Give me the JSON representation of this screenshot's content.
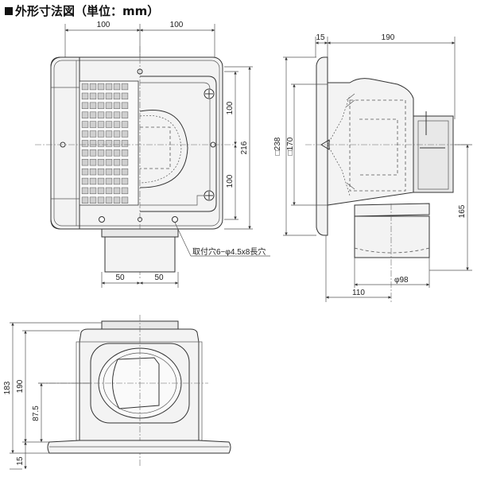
{
  "title": "外形寸法図（単位：mm）",
  "dims": {
    "top_left_w": "100",
    "top_right_w": "100",
    "height_upper": "100",
    "height_lower": "100",
    "height_total": "216",
    "duct_left": "50",
    "duct_right": "50",
    "mount_note": "取付穴6−φ4.5x8長穴",
    "side_flange": "15",
    "side_depth": "190",
    "side_sq1": "□238",
    "side_sq2": "□170",
    "side_duct_h": "165",
    "side_duct_dia": "φ98",
    "side_offset": "110",
    "front_h1": "183",
    "front_h2": "190",
    "front_h3": "87.5",
    "front_flange": "15"
  },
  "colors": {
    "line": "#333333",
    "panel": "#f3f3f3",
    "grille": "#cfcfcf"
  }
}
